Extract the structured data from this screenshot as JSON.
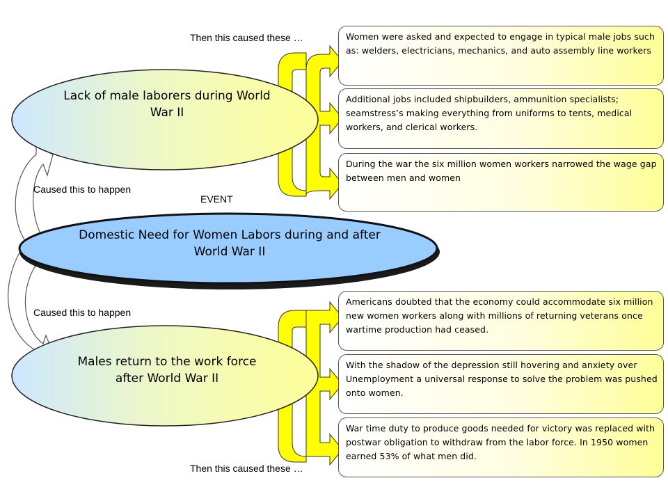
{
  "labels": {
    "then_top": "Then this caused these …",
    "caused_top": "Caused this to happen",
    "event": "EVENT",
    "caused_bottom": "Caused this to happen",
    "then_bottom": "Then this caused these …"
  },
  "ovals": {
    "cause": "Lack of male laborers during World War II",
    "event": "Domestic Need for Women Labors during and after World War II",
    "effect": "Males return to the work force after World War II"
  },
  "top_boxes": [
    "Women were asked and expected to engage in typical male jobs such as: welders, electricians, mechanics, and auto assembly line workers",
    "Additional jobs included shipbuilders, ammunition specialists; seamstress’s making everything from uniforms to tents, medical workers, and clerical workers.",
    "During the war the six million women workers narrowed the wage gap between men and women"
  ],
  "bottom_boxes": [
    "Americans doubted that the economy could accommodate six million new women workers along with millions of returning veterans once wartime production had ceased.",
    "With the shadow of the depression still hovering and anxiety over Unemployment a universal response to solve the problem was pushed onto women.",
    "War time duty to produce goods needed for victory was replaced with postwar obligation to withdraw from the labor force. In 1950 women earned 53% of what men did."
  ],
  "colors": {
    "arrow_yellow": "#ffff00",
    "event_blue": "#99ccff",
    "oval_gradient_start": "#cce8ff",
    "oval_gradient_end": "#ffff99"
  }
}
